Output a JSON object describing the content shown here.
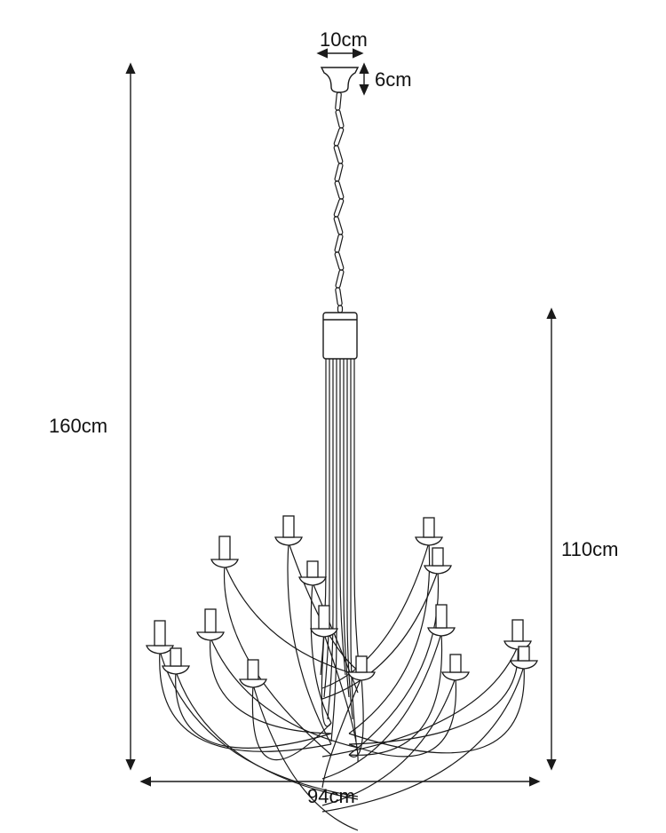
{
  "dimensions": {
    "canopy_width": "10cm",
    "canopy_height": "6cm",
    "total_height": "160cm",
    "body_height": "110cm",
    "width": "94cm"
  },
  "colors": {
    "line": "#1a1a1a",
    "background": "#ffffff"
  }
}
